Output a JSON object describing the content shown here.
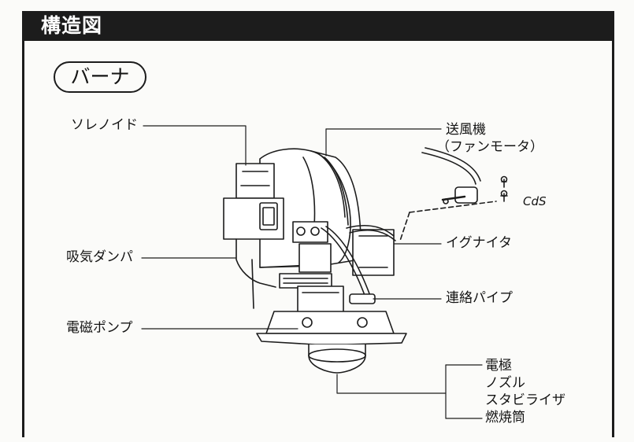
{
  "header": {
    "title": "構造図"
  },
  "section": {
    "title": "バーナ"
  },
  "labels": {
    "solenoid": "ソレノイド",
    "fan_title": "送風機",
    "fan_sub": "（ファンモータ）",
    "cds": "CdS",
    "damper": "吸気ダンパ",
    "igniter": "イグナイタ",
    "pipe": "連絡パイプ",
    "pump": "電磁ポンプ",
    "electrode": "電極",
    "nozzle": "ノズル",
    "stabilizer": "スタビライザ",
    "combustion": "燃焼筒"
  }
}
